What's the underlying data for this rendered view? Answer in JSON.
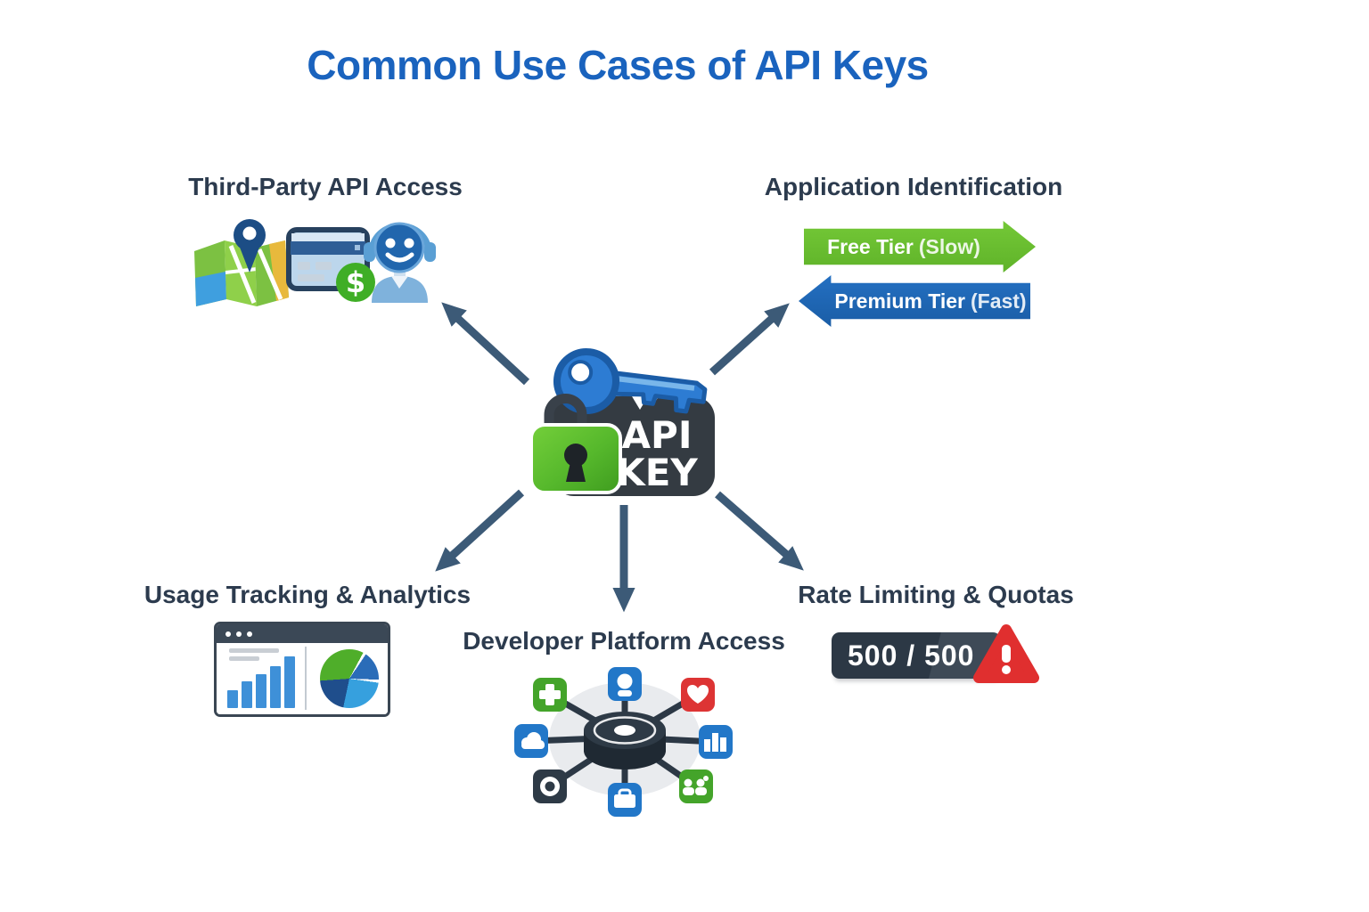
{
  "title": "Common Use Cases of API Keys",
  "center": {
    "tag_line1": "API",
    "tag_line2": "KEY"
  },
  "sections": {
    "third_party": {
      "heading": "Third-Party API Access",
      "dollar_sign": "$",
      "icons": [
        "map-location-icon",
        "credit-card-icon",
        "chatbot-icon"
      ]
    },
    "app_identification": {
      "heading": "Application Identification",
      "banners": [
        {
          "main": "Free Tier",
          "paren": "(Slow)",
          "color": "#6cc033",
          "direction": "right"
        },
        {
          "main": "Premium Tier",
          "paren": "(Fast)",
          "color": "#1e68b5",
          "direction": "left"
        }
      ]
    },
    "usage_tracking": {
      "heading": "Usage Tracking & Analytics",
      "icon": "analytics-dashboard-icon"
    },
    "developer_platform": {
      "heading": "Developer Platform Access",
      "icon": "platform-hub-icon",
      "hub_icons": [
        "plus-app-icon",
        "user-app-icon",
        "heart-app-icon",
        "cloud-app-icon",
        "chart-app-icon",
        "camera-app-icon",
        "briefcase-app-icon",
        "team-app-icon"
      ]
    },
    "rate_limiting": {
      "heading": "Rate Limiting & Quotas",
      "counter": "500 / 500",
      "icon": "warning-triangle-icon"
    }
  },
  "colors": {
    "title_blue": "#1a63be",
    "heading_navy": "#2c3b4e",
    "arrow_slate": "#3c5a77",
    "free_tier_green": "#6cc033",
    "premium_tier_blue": "#1e68b5",
    "tag_charcoal": "#343b42",
    "lock_green": "#56b82c",
    "key_blue": "#2d7cd3",
    "warning_red": "#e02f2f",
    "badge_dark": "#2c3845"
  }
}
